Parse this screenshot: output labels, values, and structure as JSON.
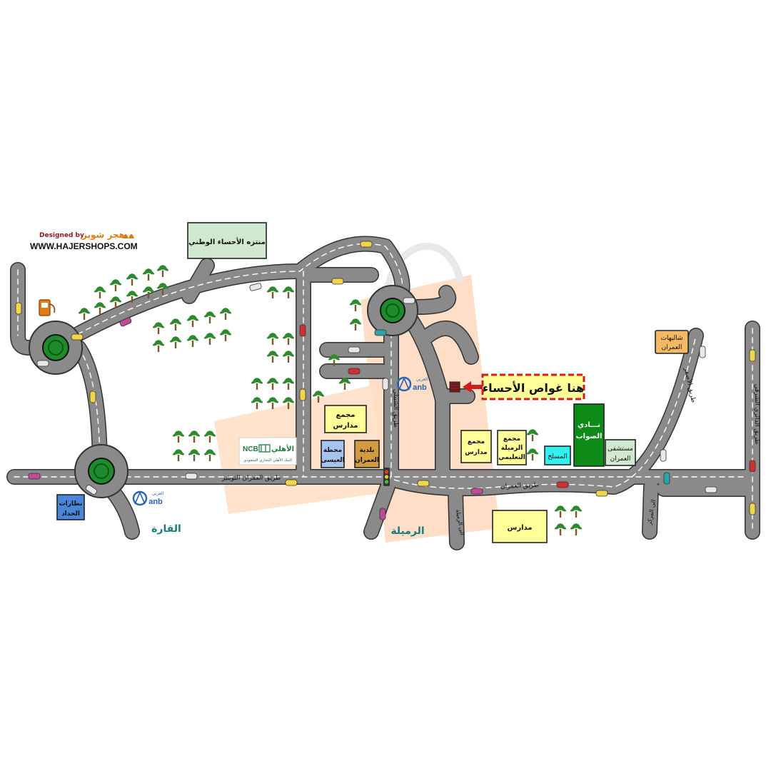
{
  "credit": {
    "designed_by": "Designed by",
    "brand_ar": "هجر شوبز",
    "website": "WWW.HAJERSHOPS.COM"
  },
  "places": {
    "park": "منتزه الأحساء الوطني",
    "marker": "هنا غواص الأحساء",
    "chalets_1": "شاليهات",
    "chalets_2": "العمران",
    "schools1_1": "مجمع",
    "schools1_2": "مدارس",
    "station_1": "محطة",
    "station_2": "العيسى",
    "municipality_1": "بلدية",
    "municipality_2": "العمران",
    "schools2_1": "مجمع",
    "schools2_2": "مدارس",
    "rumaila_1": "مجمع",
    "rumaila_2": "الرميلة",
    "rumaila_3": "التعليمي",
    "slaughter": "المسلخ",
    "club_1": "نـــادي",
    "club_2": "الصواب",
    "hospital_1": "مستشفى",
    "hospital_2": "العمران",
    "optics_1": "نظارات",
    "optics_2": "الحداد",
    "schools3": "مدارس",
    "ncb_en": "NCB",
    "ncb_ar": "الأهلي",
    "ncb_full": "البنك الأهلي التجاري السعودي",
    "anb_ar": "العربي",
    "anb_en": "anb"
  },
  "roads": {
    "tawaithir": "طريق العمران التويثير",
    "omran": "طريق العمران",
    "shubaili": "طريق الشبيلي",
    "asfar": "طريق الأصفر",
    "dairi": "طريق الدائري الشرقي",
    "to_rumaila": "الى الرميلة",
    "to_markaz": "الى المركز"
  },
  "towns": {
    "qara": "القارة",
    "rumaila": "الرميلة"
  },
  "colors": {
    "road": "#8a8a8a",
    "roundabout": "#1f8a2c",
    "label_yellow": "#ffff99",
    "marker_border": "#d21c1c",
    "club_green": "#0e8a18",
    "slaughter_cyan": "#33f0f0",
    "hospital_mint": "#cfe8cf",
    "chalet_orange": "#f5b865",
    "station_blue": "#a5c3ee",
    "municipality_brown": "#d39b3f",
    "optics_blue": "#4a86d8",
    "town_teal": "#1a7a7a"
  },
  "icons": [
    "fuel-pump-icon",
    "palm-tree-icon",
    "car-icon",
    "traffic-light-icon",
    "marker-arrow-icon"
  ]
}
